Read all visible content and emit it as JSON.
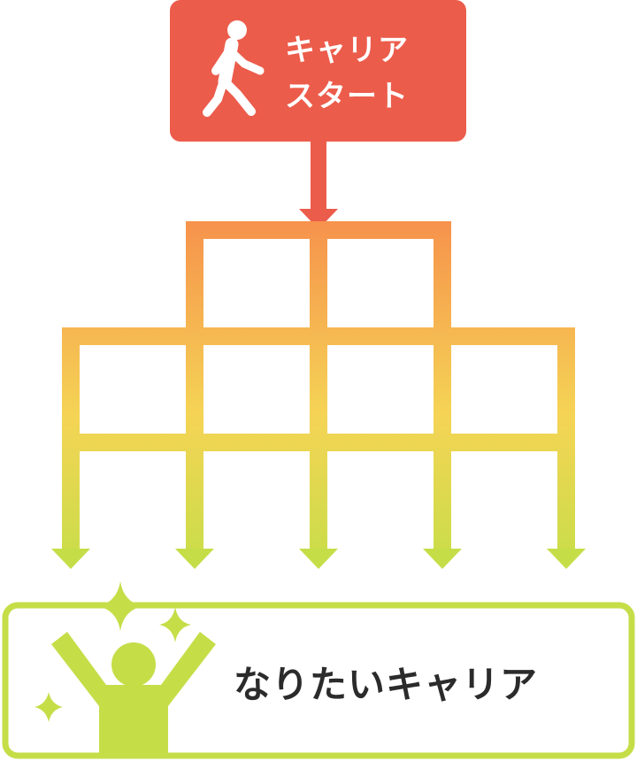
{
  "start": {
    "line1": "キャリア",
    "line2": "スタート",
    "icon": "walking-person-icon",
    "color": "#ec5c4b"
  },
  "goal": {
    "label": "なりたいキャリア",
    "icon": "cheering-person-icon",
    "color": "#c5de48"
  },
  "network": {
    "gradient_colors": [
      "#f6924c",
      "#f5d455",
      "#c5de48"
    ]
  }
}
